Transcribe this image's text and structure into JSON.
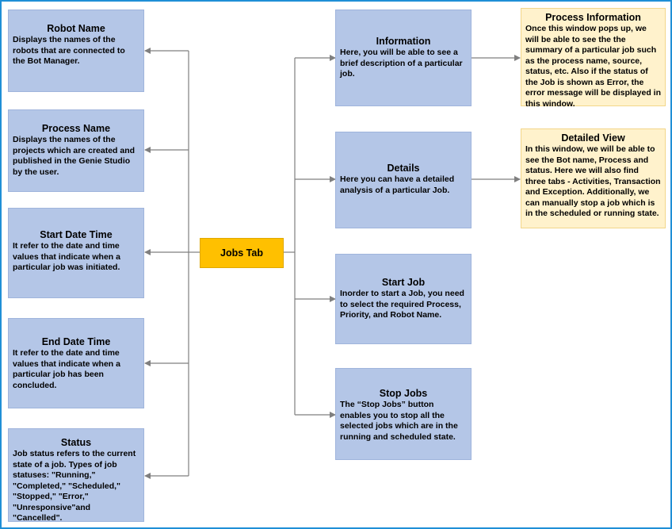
{
  "center": {
    "label": "Jobs Tab"
  },
  "left_boxes": [
    {
      "title": "Robot Name",
      "desc": "Displays the names of the robots that are connected to the Bot Manager."
    },
    {
      "title": "Process Name",
      "desc": "Displays the names of the projects which are created and published in the Genie Studio by the user."
    },
    {
      "title": "Start Date Time",
      "desc": "It refer to the date and time values that indicate when a particular job was initiated."
    },
    {
      "title": "End Date Time",
      "desc": "It refer to the date and time values that indicate when a particular job has been concluded."
    },
    {
      "title": "Status",
      "desc": "Job status refers to the current state of a job. Types of job statuses: \"Running,\" \"Completed,\" \"Scheduled,\" \"Stopped,\" \"Error,\" \"Unresponsive\"and \"Cancelled\"."
    }
  ],
  "right_boxes": [
    {
      "title": "Information",
      "desc": "Here, you will be able to see a brief description of a particular job."
    },
    {
      "title": "Details",
      "desc": "Here you can have a detailed analysis of a particular Job."
    },
    {
      "title": "Start Job",
      "desc": "Inorder to start a Job, you need to select the required Process, Priority, and Robot Name."
    },
    {
      "title": "Stop Jobs",
      "desc": "The “Stop Jobs” button enables you to stop all the selected jobs which are in the running and scheduled state."
    }
  ],
  "notes": [
    {
      "title": "Process Information",
      "desc": "Once this window pops up, we will be able to see the the summary of a particular job such as the process name, source, status, etc. Also if the status of the Job is shown as Error, the error message will be displayed in this window."
    },
    {
      "title": "Detailed View",
      "desc": "In this window, we will be able to see the Bot name, Process and status. Here we will also find three tabs - Activities, Transaction and Exception. Additionally, we can manually stop a job which is in the scheduled or running state."
    }
  ],
  "colors": {
    "box_fill": "#b4c6e7",
    "center_fill": "#ffc000",
    "note_fill": "#fff2cc",
    "border": "#1f8fd6",
    "connector": "#7f7f7f"
  }
}
